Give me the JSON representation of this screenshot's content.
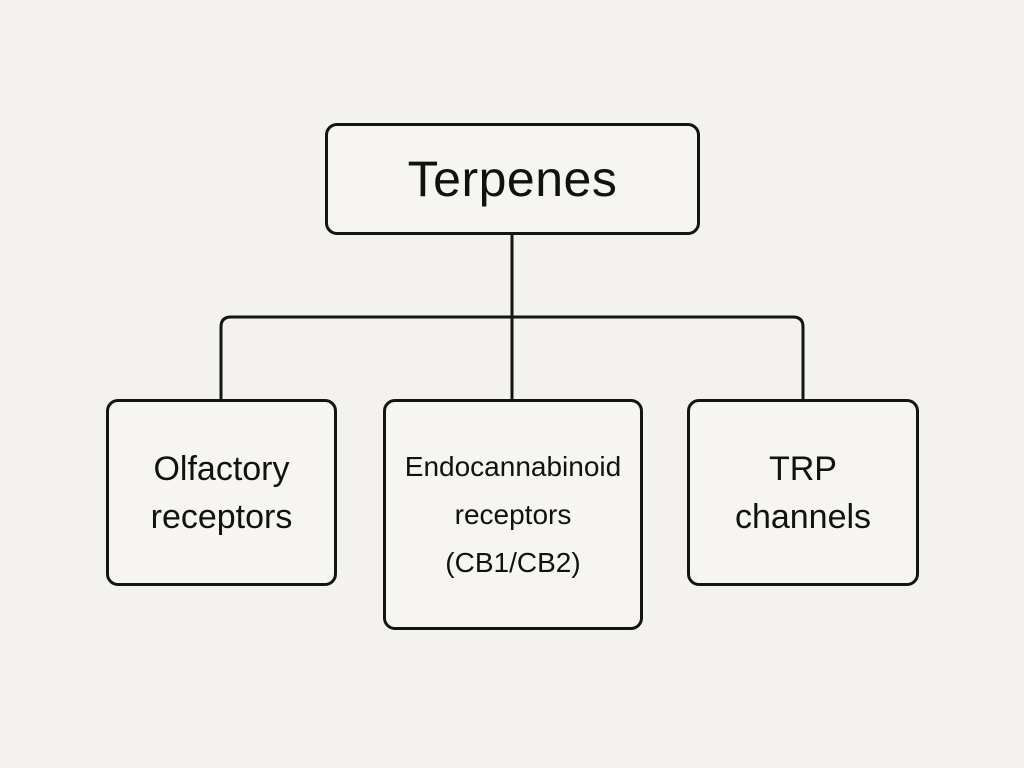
{
  "diagram": {
    "root": {
      "label": "Terpenes"
    },
    "children": [
      {
        "label": "Olfactory\nreceptors"
      },
      {
        "label": "Endocannabinoid\nreceptors\n(CB1/CB2)"
      },
      {
        "label": "TRP\nchannels"
      }
    ]
  },
  "colors": {
    "background": "#f3f2ef",
    "stroke": "#141414",
    "text": "#111111"
  }
}
